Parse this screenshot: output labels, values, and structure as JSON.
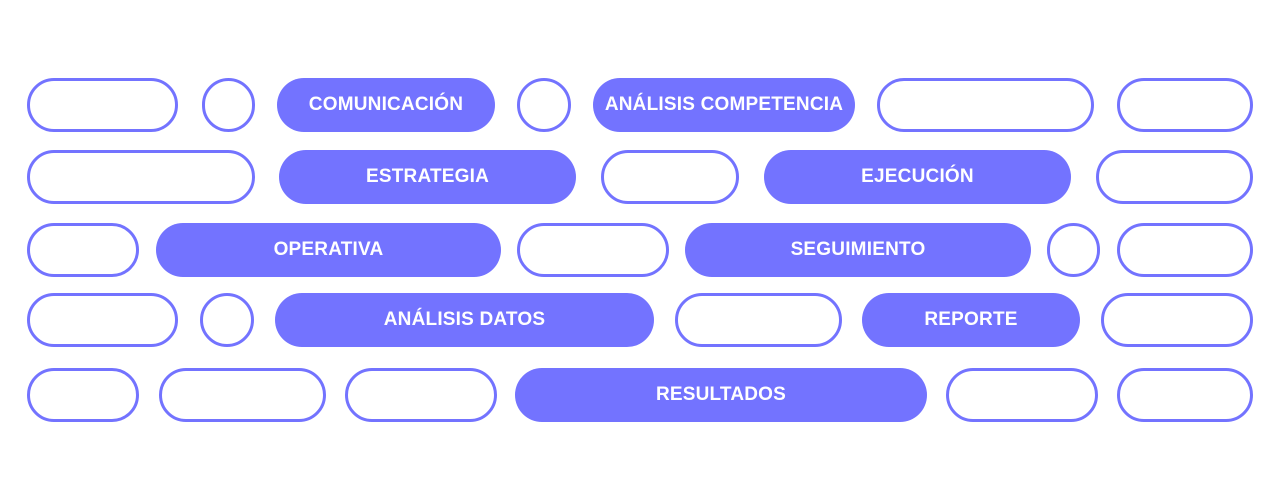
{
  "colors": {
    "accent": "#7373FF",
    "background": "#FFFFFF",
    "label": "#FFFFFF"
  },
  "tags": {
    "comunicacion": "COMUNICACIÓN",
    "analisis_competencia": "ANÁLISIS COMPETENCIA",
    "estrategia": "ESTRATEGIA",
    "ejecucion": "EJECUCIÓN",
    "operativa": "OPERATIVA",
    "seguimiento": "SEGUIMIENTO",
    "analisis_datos": "ANÁLISIS DATOS",
    "reporte": "REPORTE",
    "resultados": "RESULTADOS"
  }
}
